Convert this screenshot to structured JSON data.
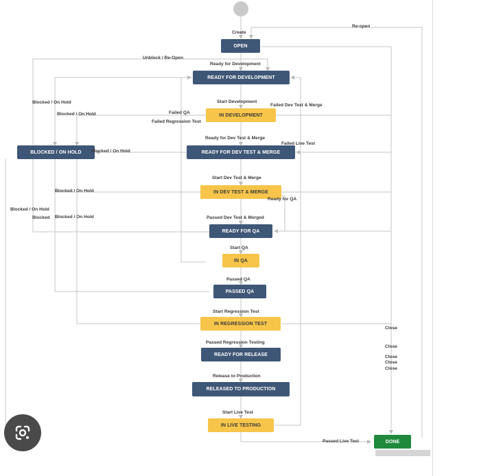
{
  "colors": {
    "status_blue": "#3f5776",
    "status_yellow": "#f7c54a",
    "status_green": "#1f8a3c",
    "connector": "#b8b8b8"
  },
  "statuses": {
    "open": "OPEN",
    "ready_for_development": "READY FOR DEVELOPMENT",
    "in_development": "IN DEVELOPMENT",
    "blocked_on_hold": "BLOCKED / ON HOLD",
    "ready_for_dev_test_merge": "READY FOR DEV TEST & MERGE",
    "in_dev_test_merge": "IN DEV TEST & MERGE",
    "ready_for_qa": "READY FOR QA",
    "in_qa": "IN QA",
    "passed_qa": "PASSED QA",
    "in_regression_test": "IN REGRESSION TEST",
    "ready_for_release": "READY FOR RELEASE",
    "released_to_production": "RELEASED TO PRODUCTION",
    "in_live_testing": "IN LIVE TESTING",
    "done": "DONE"
  },
  "transitions": {
    "create": "Create",
    "reopen": "Re-open",
    "unblock_reopen": "Unblock / Re-Open",
    "ready_for_development": "Ready for Development",
    "blocked_on_hold_1": "Blocked / On Hold",
    "blocked_on_hold_2": "Blocked / On Hold",
    "start_development": "Start Development",
    "failed_dev_test_merge": "Failed Dev Test & Merge",
    "failed_qa": "Failed QA",
    "failed_regression_test": "Failed Regression Test",
    "ready_for_dev_test_merge": "Ready for Dev Test & Merge",
    "failed_live_test": "Failed Live Test",
    "blocked_on_hold_3": "Blocked / On Hold",
    "start_dev_test_merge": "Start Dev Test & Merge",
    "blocked_on_hold_4": "Blocked / On Hold",
    "ready_for_qa": "Ready for QA",
    "blocked_on_hold_5": "Blocked / On Hold",
    "passed_dev_test_merged": "Passed Dev Test & Merged",
    "blocked_1": "Blocked",
    "blocked_on_hold_6": "Blocked / On Hold",
    "start_qa": "Start QA",
    "passed_qa": "Passed QA",
    "start_regression_test": "Start Regression Test",
    "passed_regression_testing": "Passed Regression Testing",
    "release_to_production": "Release to Production",
    "start_live_test": "Start Live Test",
    "passed_live_test": "Passed Live Test",
    "close_1": "Close",
    "close_2": "Close",
    "close_3": "Close",
    "close_4": "Close",
    "close_5": "Close"
  },
  "icons": {
    "lens": "google-lens-icon"
  }
}
